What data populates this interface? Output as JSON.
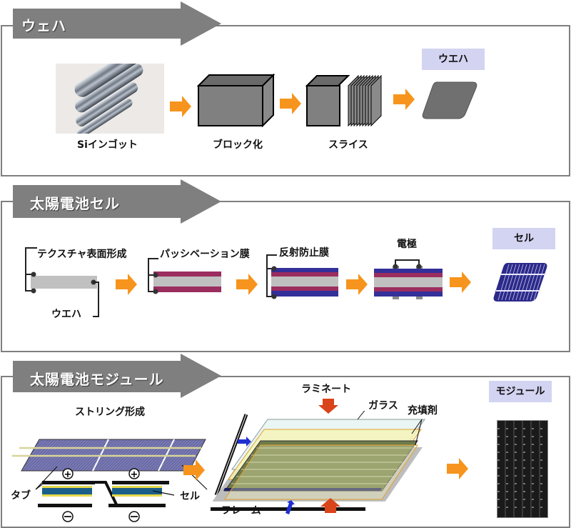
{
  "sections": [
    {
      "id": "wafer",
      "title": "ウェハ",
      "steps": [
        {
          "label": "Siインゴット"
        },
        {
          "label": "ブロック化"
        },
        {
          "label": "スライス"
        }
      ],
      "result_tag": "ウエハ"
    },
    {
      "id": "cell",
      "title": "太陽電池セル",
      "steps": [
        {
          "label": "テクスチャ表面形成",
          "sublabel": "ウエハ"
        },
        {
          "label": "パッシベーション膜"
        },
        {
          "label": "反射防止膜"
        },
        {
          "label": "電極"
        }
      ],
      "result_tag": "セル"
    },
    {
      "id": "module",
      "title": "太陽電池モジュール",
      "string": {
        "label": "ストリング形成",
        "tab_label": "タブ",
        "cell_label": "セル",
        "plus": "+",
        "minus": "−"
      },
      "laminate": {
        "label": "ラミネート",
        "glass_label": "ガラス",
        "filler_label": "充填剤",
        "frame_label": "フレーム"
      },
      "result_tag": "モジュール"
    }
  ],
  "colors": {
    "banner": "#7f7f7f",
    "border": "#7f7f7f",
    "flow_arrow": "#f7941d",
    "tag_bg": "#d3d3f2",
    "wafer_gray": "#808080",
    "passivation": "#9b2d5f",
    "antireflection": "#33309a",
    "wafer_core": "#c0c0c0",
    "cell_blue": "#2b2a8a",
    "press_arrow": "#d9441b"
  }
}
